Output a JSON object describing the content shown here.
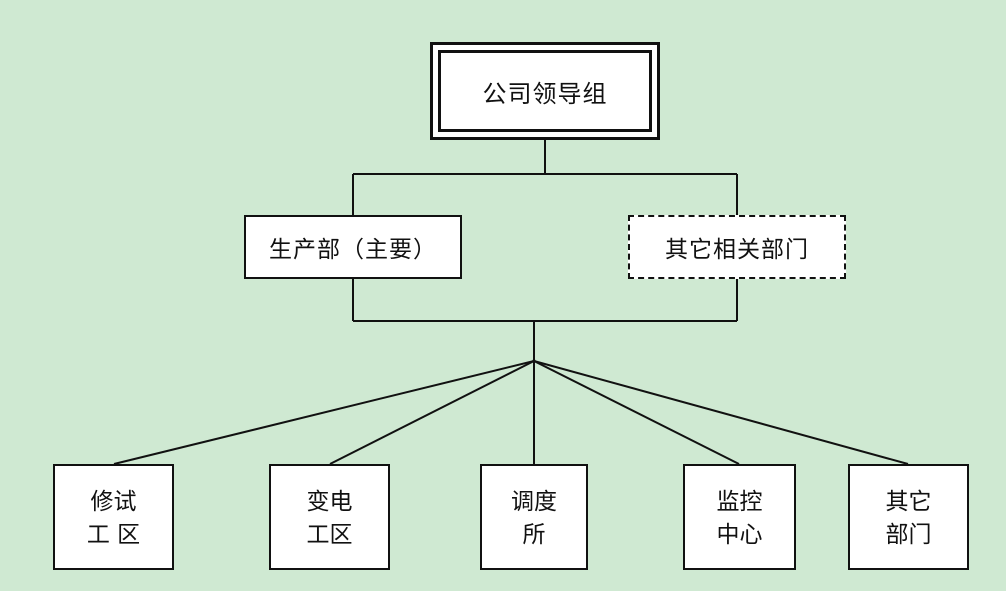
{
  "diagram": {
    "top_node": {
      "label": "公司领导组"
    },
    "middle_nodes": [
      {
        "label": "生产部（主要）"
      },
      {
        "label": "其它相关部门"
      }
    ],
    "bottom_nodes": [
      {
        "line1": "修试",
        "line2": "工 区"
      },
      {
        "line1": "变电",
        "line2": "工区"
      },
      {
        "line1": "调度",
        "line2": "所"
      },
      {
        "line1": "监控",
        "line2": "中心"
      },
      {
        "line1": "其它",
        "line2": "部门"
      }
    ]
  }
}
